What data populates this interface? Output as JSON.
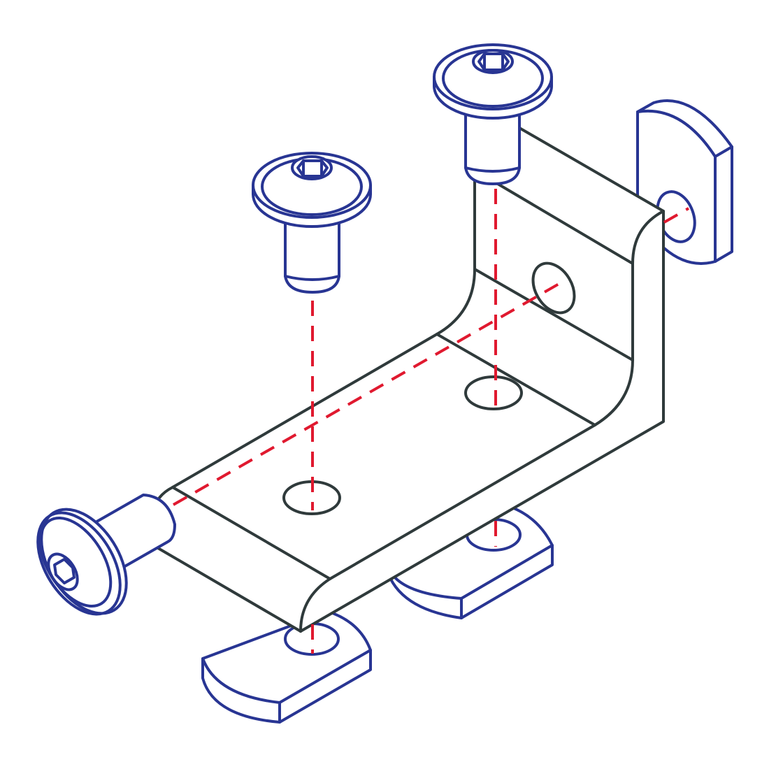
{
  "diagram": {
    "colors": {
      "bracket": "#2f3a3b",
      "hardware": "#283593",
      "axis": "#e0192f"
    },
    "parts": [
      "angle-bracket",
      "screw",
      "screw",
      "screw",
      "t-nut",
      "t-nut",
      "t-nut"
    ]
  }
}
